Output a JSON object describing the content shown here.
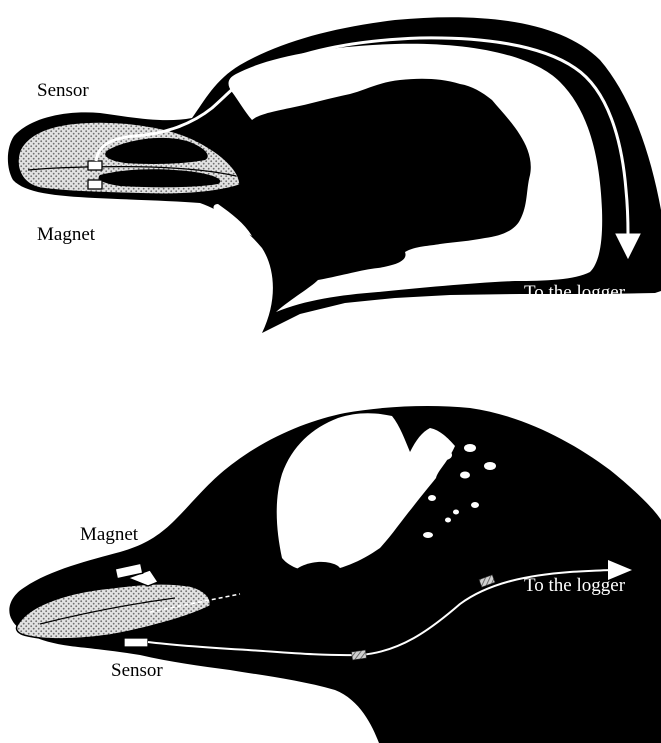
{
  "colors": {
    "head": "#000000",
    "background": "#ffffff",
    "bill_dots": "#6f6f6f",
    "patch_hatch": "#8a8a8a"
  },
  "top_figure": {
    "sensor_label": "Sensor",
    "magnet_label": "Magnet",
    "logger_label": "To the logger"
  },
  "bottom_figure": {
    "magnet_label": "Magnet",
    "sensor_label": "Sensor",
    "logger_label": "To the logger"
  }
}
